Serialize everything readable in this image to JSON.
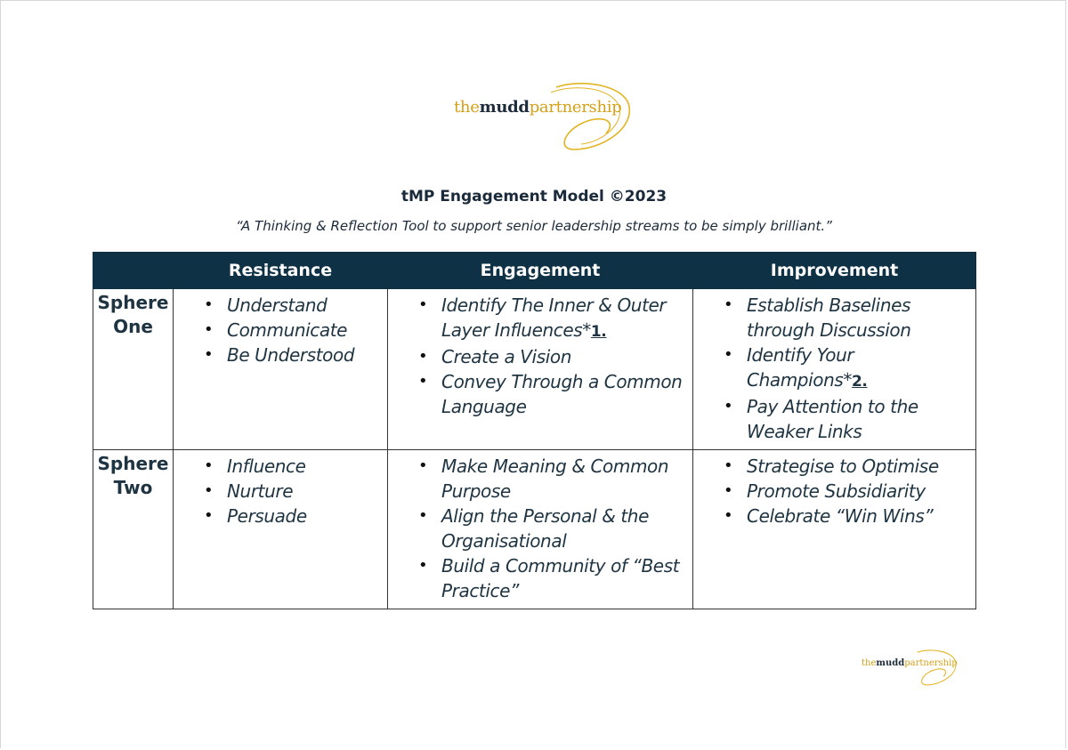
{
  "logo": {
    "prefix": "the",
    "bold": "mudd",
    "suffix": "partnership"
  },
  "document": {
    "title": "tMP Engagement Model ©2023",
    "subtitle": "“A Thinking & Reflection Tool to support senior leadership streams to be simply brilliant.”"
  },
  "table": {
    "headers": [
      "",
      "Resistance",
      "Engagement",
      "Improvement"
    ],
    "rows": [
      {
        "label_line1": "Sphere",
        "label_line2": "One",
        "resistance": [
          "Understand",
          "Communicate",
          "Be Understood"
        ],
        "engagement": [
          {
            "text": "Identify The Inner & Outer Layer Influences*",
            "note": "1."
          },
          {
            "text": "Create a Vision"
          },
          {
            "text": "Convey Through a Common Language"
          }
        ],
        "improvement": [
          {
            "text": "Establish Baselines through Discussion"
          },
          {
            "text": "Identify Your Champions*",
            "note": "2."
          },
          {
            "text": "Pay Attention to the Weaker Links"
          }
        ]
      },
      {
        "label_line1": "Sphere",
        "label_line2": "Two",
        "resistance": [
          "Influence",
          "Nurture",
          "Persuade"
        ],
        "engagement": [
          {
            "text": "Make Meaning & Common Purpose"
          },
          {
            "text": "Align the Personal & the Organisational"
          },
          {
            "text": "Build a Community of “Best Practice”"
          }
        ],
        "improvement": [
          {
            "text": "Strategise to Optimise"
          },
          {
            "text": "Promote Subsidiarity"
          },
          {
            "text": "Celebrate “Win Wins”"
          }
        ]
      }
    ]
  },
  "colors": {
    "header_bg": "#0e3145",
    "logo_gold": "#d4a017",
    "logo_navy": "#1d2b3a"
  }
}
